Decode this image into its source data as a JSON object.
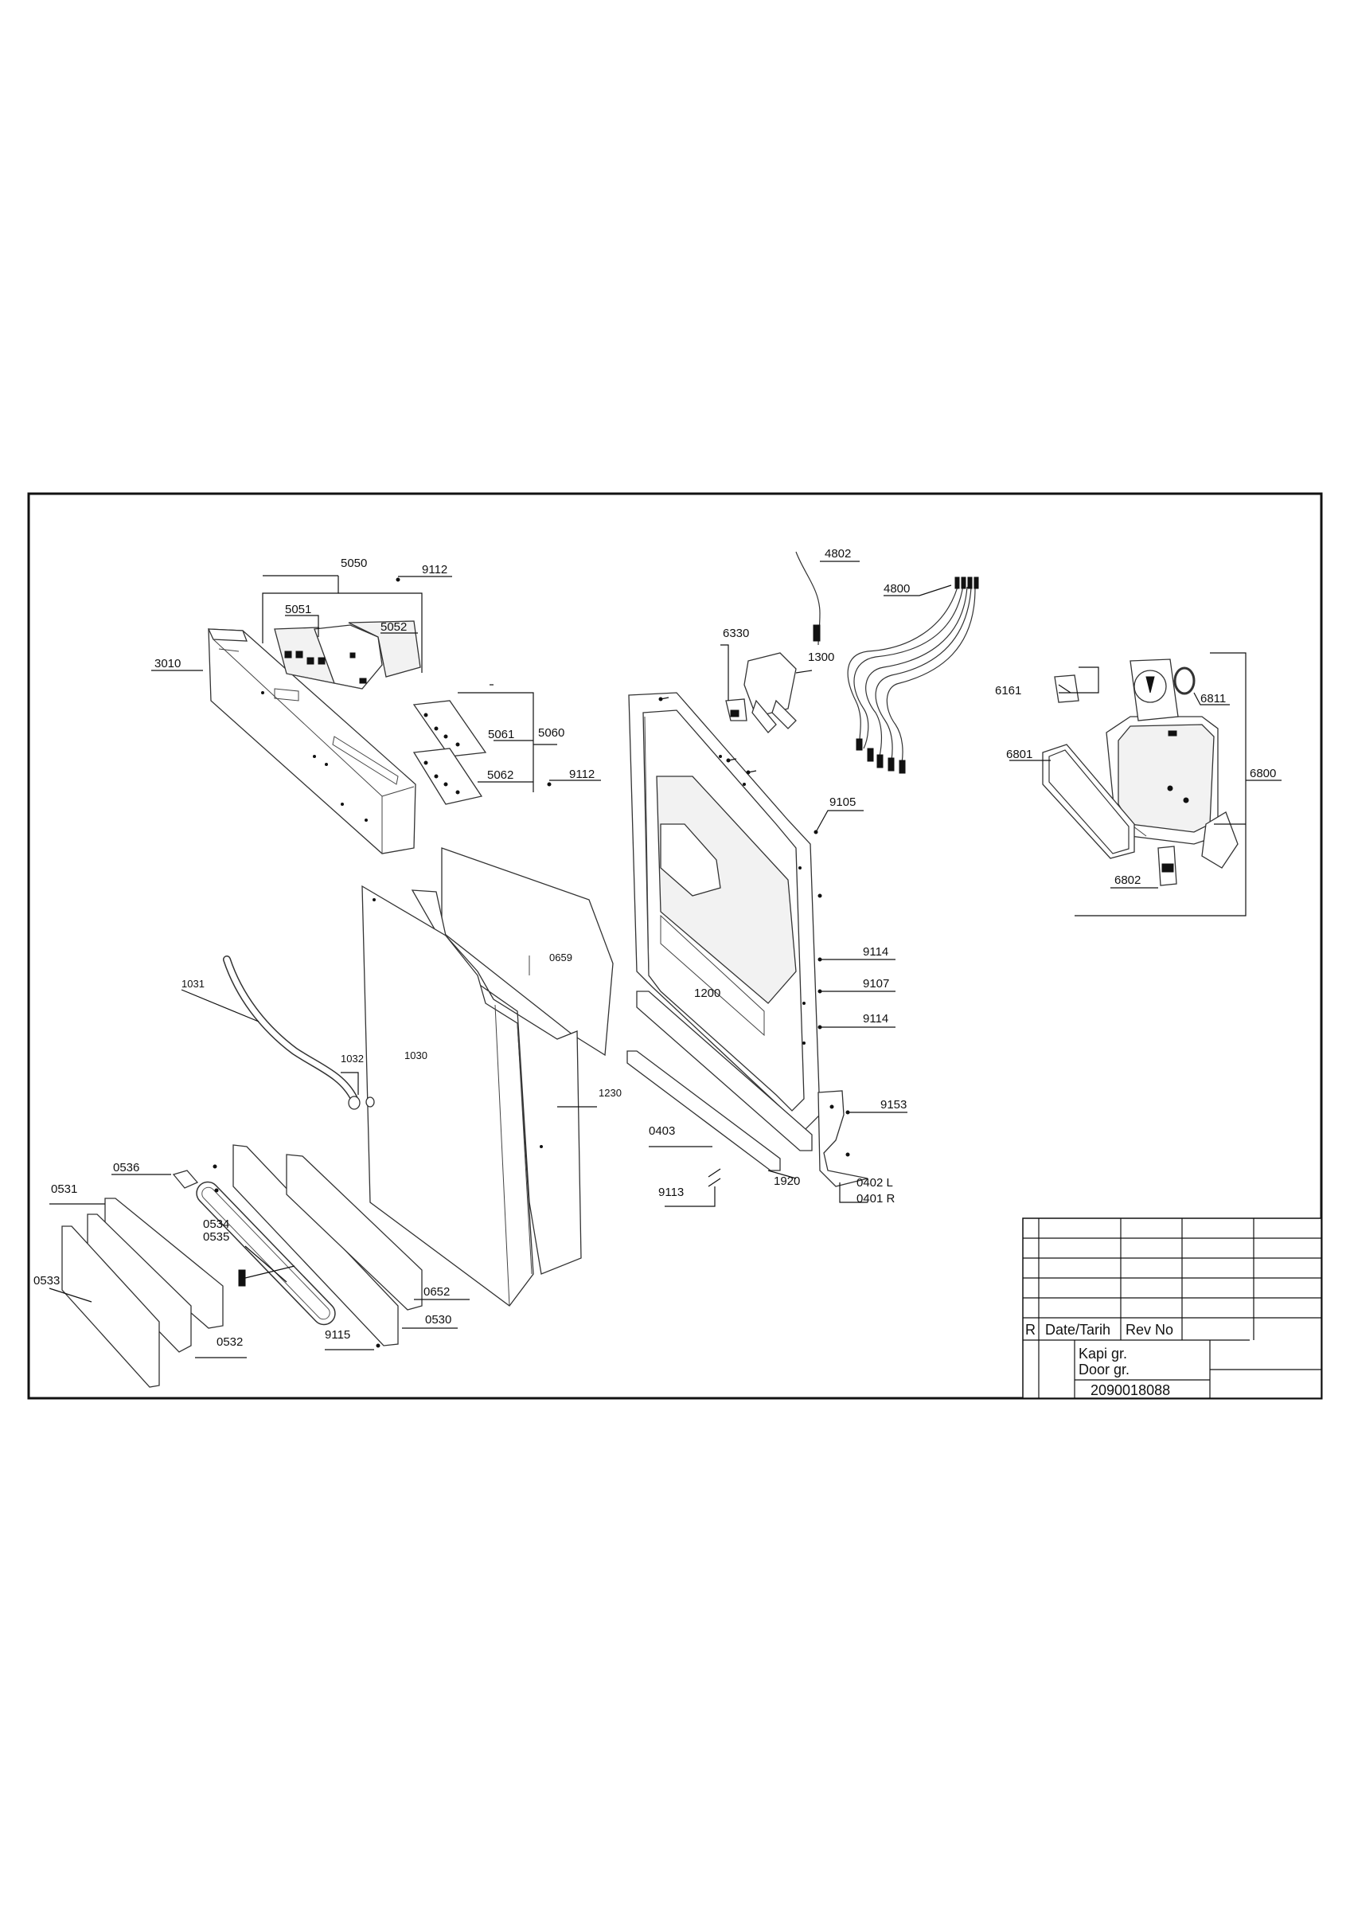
{
  "callouts": {
    "c5050": "5050",
    "c9112a": "9112",
    "c5051": "5051",
    "c5052": "5052",
    "c3010": "3010",
    "c5061": "5061",
    "c5060": "5060",
    "c5062": "5062",
    "c9112b": "9112",
    "c0659": "0659",
    "c1031": "1031",
    "c1032": "1032",
    "c1030": "1030",
    "c1230": "1230",
    "c0536": "0536",
    "c0531": "0531",
    "c0534": "0534",
    "c0535": "0535",
    "c0533": "0533",
    "c0652": "0652",
    "c0530": "0530",
    "c9115": "9115",
    "c0532": "0532",
    "c4802": "4802",
    "c4800": "4800",
    "c6330": "6330",
    "c1300": "1300",
    "c9105": "9105",
    "c1200": "1200",
    "c9114a": "9114",
    "c9107": "9107",
    "c9114b": "9114",
    "c9153": "9153",
    "c0403": "0403",
    "c1920": "1920",
    "c0402": "0402 L",
    "c0401": "0401 R",
    "c9113": "9113",
    "c6161": "6161",
    "c6811": "6811",
    "c6801": "6801",
    "c6800": "6800",
    "c6802": "6802"
  },
  "title_block": {
    "rev_marker": "R",
    "date_header": "Date/Tarih",
    "rev_header": "Rev No",
    "name_tr": "Kapi gr.",
    "name_en": "Door gr.",
    "part_number": "2090018088"
  }
}
